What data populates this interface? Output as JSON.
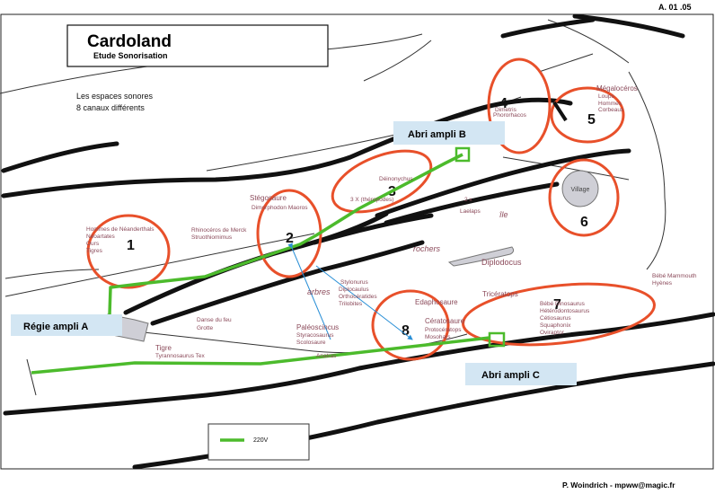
{
  "doc_code": "A. 01 .05",
  "title": "Cardoland",
  "subtitle": "Etude Sonorisation",
  "intro_line1": "Les espaces sonores",
  "intro_line2": "8 canaux différents",
  "credits": "P. Woindrich - mpww@magic.fr",
  "legend_label": "220V",
  "colors": {
    "zone": "#e8502a",
    "cable": "#4cbb2c",
    "arrow": "#2a8fd6",
    "label_bg": "#d3e6f3"
  },
  "amps": {
    "b": "Abri ampli B",
    "a": "Régie ampli A",
    "c": "Abri ampli C"
  },
  "zones": {
    "z1": "1",
    "z2": "2",
    "z3": "3",
    "z4": "4",
    "z5": "5",
    "z6": "6",
    "z7": "7",
    "z8": "8"
  },
  "places": {
    "stegosaure": "Stégosaure",
    "dimorphodon": "Dimorphodon Maoros",
    "deinonychus": "Déinonychus",
    "theropodes": "3 X  (théropodes)",
    "dimetris": "Dimetris",
    "phororhacos": "Phororhacos",
    "megaloceros": "Mégalocéros",
    "loups": "Loups",
    "hommes": "Hommes",
    "corbeaux": "Corbeaux",
    "village": "Village",
    "hommes_nea": "Hommes de Néanderthals",
    "neoartates": "Néoartates",
    "ours": "Ours",
    "tigres": "Tigres",
    "rhinoceros": "Rhinocéros de Merck",
    "struthiomimus": "Struothiomimus",
    "two_x": "2 x",
    "laelaps": "Laelaps",
    "ile": "île",
    "rochers": "rochers",
    "diplodocus": "Diplodocus",
    "stylonurus": "Stylonurus",
    "diploczulus": "Diplocaulus",
    "orthoceratides": "Orthocératides",
    "trilobites": "Trilobites",
    "arbres": "arbres",
    "edaphosaure": "Edaphosaure",
    "ceratosaure": "Cératosaure",
    "protoceratops": "Protocératops",
    "mosohars": "Mosohars",
    "triceratops": "Tricératops",
    "bebe_dino": "Bébé Dinosaurus",
    "heterodontosaurus": "Hétérodontosaurus",
    "cetiosaurus": "Cétiosaurus",
    "squaphonix": "Squaphonix",
    "oviraptor": "Oviraptor",
    "bebe_mammouth": "Bébé Mammouth",
    "hyenes": "Hyènes",
    "danse": "Danse du feu",
    "grotte": "Grotte",
    "paleoscincus": "Paléoscincus",
    "styracosaurus": "Styracosaurus",
    "scolosaure": "Scolosaure",
    "tigre": "Tigre",
    "tyrannosaurus": "Tyrannosaurus Tex",
    "anatras": "Anatras"
  }
}
